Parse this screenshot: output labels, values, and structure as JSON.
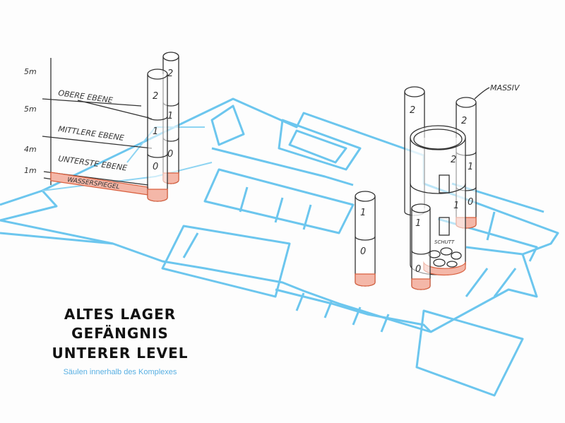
{
  "scale": {
    "heights": [
      "5m",
      "5m",
      "4m",
      "1m"
    ],
    "levels": [
      "OBERE EBENE",
      "MITTLERE EBENE",
      "UNTERSTE EBENE",
      "WASSERSPIEGEL"
    ]
  },
  "annotations": {
    "massiv": "MASSIV",
    "schutt": "SCHUTT"
  },
  "level_numbers": {
    "zero": "0",
    "one": "1",
    "two": "2"
  },
  "title": {
    "line1": "ALTES LAGER",
    "line2": "GEFÄNGNIS",
    "line3": "UNTERER LEVEL"
  },
  "subtitle": "Säulen innerhalb des Komplexes",
  "colors": {
    "plan": "#6cc6ee",
    "water": "#f4b7a8",
    "subtitle": "#59b0e3"
  }
}
